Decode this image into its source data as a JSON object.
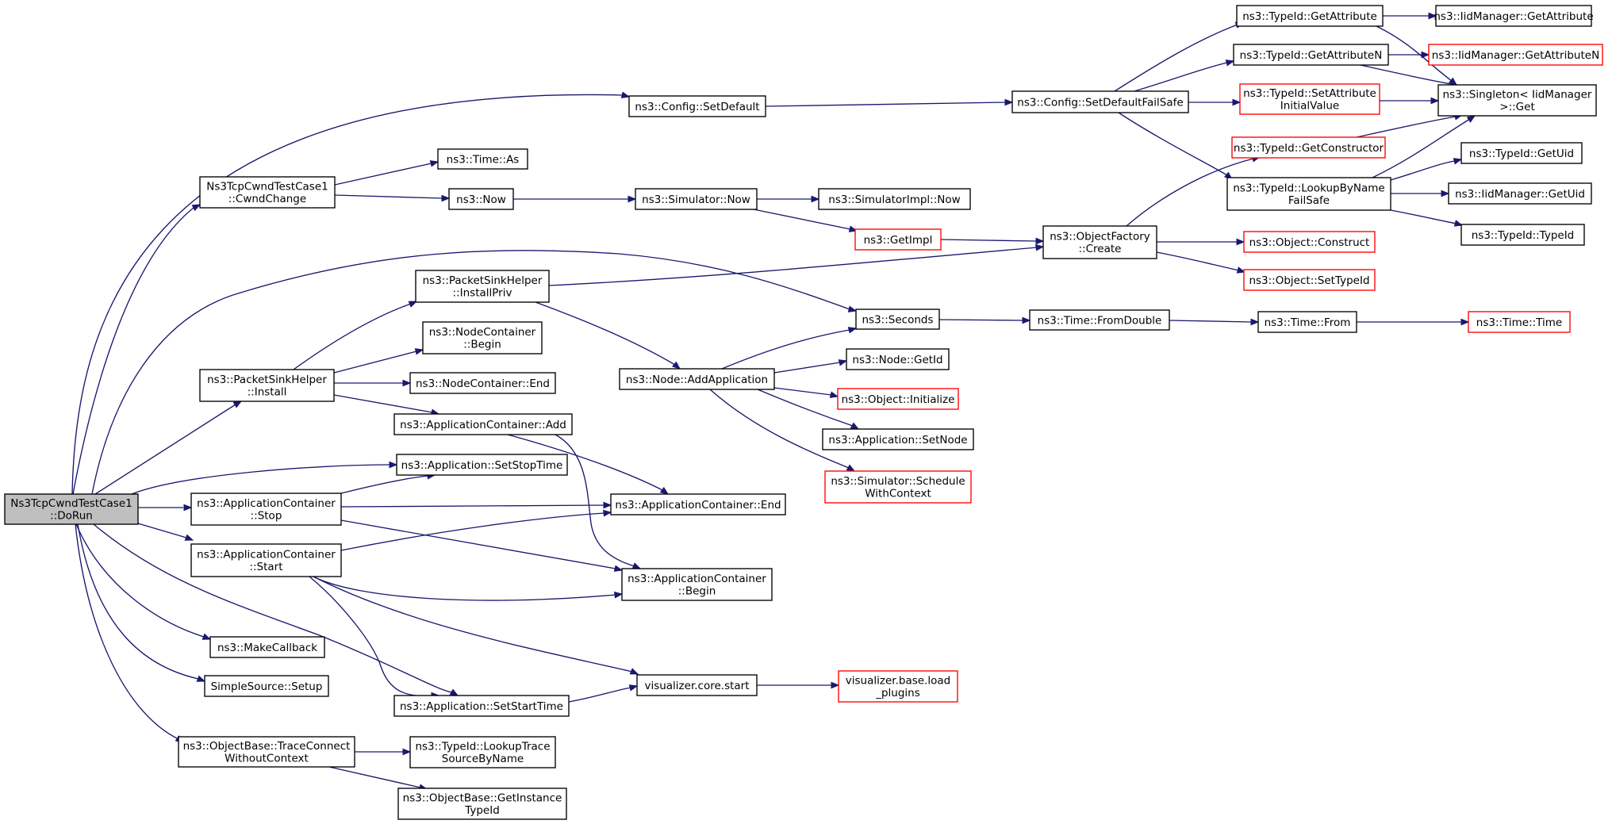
{
  "diagram": {
    "type": "call-graph",
    "colors": {
      "edge": "#191970",
      "box_border_normal": "#000000",
      "box_border_truncated": "#ff0000",
      "root_fill": "#bfbfbf",
      "box_fill": "#ffffff"
    },
    "nodes": [
      {
        "id": "dorun",
        "lines": [
          "Ns3TcpCwndTestCase1",
          "::DoRun"
        ],
        "root": true
      },
      {
        "id": "cwndchange",
        "lines": [
          "Ns3TcpCwndTestCase1",
          "::CwndChange"
        ]
      },
      {
        "id": "config_setdefault",
        "lines": [
          "ns3::Config::SetDefault"
        ]
      },
      {
        "id": "config_setdefaultfailsafe",
        "lines": [
          "ns3::Config::SetDefaultFailSafe"
        ]
      },
      {
        "id": "typeid_getattribute",
        "lines": [
          "ns3::TypeId::GetAttribute"
        ]
      },
      {
        "id": "iid_getattribute",
        "lines": [
          "ns3::IidManager::GetAttribute"
        ]
      },
      {
        "id": "typeid_getattributen",
        "lines": [
          "ns3::TypeId::GetAttributeN"
        ]
      },
      {
        "id": "iid_getattributen",
        "lines": [
          "ns3::IidManager::GetAttributeN"
        ],
        "truncated": true
      },
      {
        "id": "typeid_setattrinit",
        "lines": [
          "ns3::TypeId::SetAttribute",
          "InitialValue"
        ],
        "truncated": true
      },
      {
        "id": "singleton_get",
        "lines": [
          "ns3::Singleton< IidManager",
          ">::Get"
        ]
      },
      {
        "id": "typeid_getconstructor",
        "lines": [
          "ns3::TypeId::GetConstructor"
        ],
        "truncated": true
      },
      {
        "id": "typeid_lookupbyname",
        "lines": [
          "ns3::TypeId::LookupByName",
          "FailSafe"
        ]
      },
      {
        "id": "typeid_getuid",
        "lines": [
          "ns3::TypeId::GetUid"
        ]
      },
      {
        "id": "iid_getuid",
        "lines": [
          "ns3::IidManager::GetUid"
        ]
      },
      {
        "id": "typeid_typeid",
        "lines": [
          "ns3::TypeId::TypeId"
        ]
      },
      {
        "id": "time_as",
        "lines": [
          "ns3::Time::As"
        ]
      },
      {
        "id": "now",
        "lines": [
          "ns3::Now"
        ]
      },
      {
        "id": "simulator_now",
        "lines": [
          "ns3::Simulator::Now"
        ]
      },
      {
        "id": "simulatorimpl_now",
        "lines": [
          "ns3::SimulatorImpl::Now"
        ]
      },
      {
        "id": "getimpl",
        "lines": [
          "ns3::GetImpl"
        ],
        "truncated": true
      },
      {
        "id": "objectfactory_create",
        "lines": [
          "ns3::ObjectFactory",
          "::Create"
        ]
      },
      {
        "id": "object_construct",
        "lines": [
          "ns3::Object::Construct"
        ],
        "truncated": true
      },
      {
        "id": "object_settypeid",
        "lines": [
          "ns3::Object::SetTypeId"
        ],
        "truncated": true
      },
      {
        "id": "packetsink_installpriv",
        "lines": [
          "ns3::PacketSinkHelper",
          "::InstallPriv"
        ]
      },
      {
        "id": "seconds",
        "lines": [
          "ns3::Seconds"
        ]
      },
      {
        "id": "time_fromdouble",
        "lines": [
          "ns3::Time::FromDouble"
        ]
      },
      {
        "id": "time_from",
        "lines": [
          "ns3::Time::From"
        ]
      },
      {
        "id": "time_time",
        "lines": [
          "ns3::Time::Time"
        ],
        "truncated": true
      },
      {
        "id": "nodecontainer_begin",
        "lines": [
          "ns3::NodeContainer",
          "::Begin"
        ]
      },
      {
        "id": "packetsink_install",
        "lines": [
          "ns3::PacketSinkHelper",
          "::Install"
        ]
      },
      {
        "id": "nodecontainer_end",
        "lines": [
          "ns3::NodeContainer::End"
        ]
      },
      {
        "id": "node_addapplication",
        "lines": [
          "ns3::Node::AddApplication"
        ]
      },
      {
        "id": "node_getid",
        "lines": [
          "ns3::Node::GetId"
        ]
      },
      {
        "id": "object_initialize",
        "lines": [
          "ns3::Object::Initialize"
        ],
        "truncated": true
      },
      {
        "id": "application_setnode",
        "lines": [
          "ns3::Application::SetNode"
        ]
      },
      {
        "id": "simulator_schedulewithcontext",
        "lines": [
          "ns3::Simulator::Schedule",
          "WithContext"
        ],
        "truncated": true
      },
      {
        "id": "appcontainer_add",
        "lines": [
          "ns3::ApplicationContainer::Add"
        ]
      },
      {
        "id": "application_setstoptime",
        "lines": [
          "ns3::Application::SetStopTime"
        ]
      },
      {
        "id": "appcontainer_stop",
        "lines": [
          "ns3::ApplicationContainer",
          "::Stop"
        ]
      },
      {
        "id": "appcontainer_end",
        "lines": [
          "ns3::ApplicationContainer::End"
        ]
      },
      {
        "id": "appcontainer_start",
        "lines": [
          "ns3::ApplicationContainer",
          "::Start"
        ]
      },
      {
        "id": "appcontainer_begin",
        "lines": [
          "ns3::ApplicationContainer",
          "::Begin"
        ]
      },
      {
        "id": "makecallback",
        "lines": [
          "ns3::MakeCallback"
        ]
      },
      {
        "id": "simplesource_setup",
        "lines": [
          "SimpleSource::Setup"
        ]
      },
      {
        "id": "visualizer_start",
        "lines": [
          "visualizer.core.start"
        ]
      },
      {
        "id": "visualizer_loadplugins",
        "lines": [
          "visualizer.base.load",
          "_plugins"
        ],
        "truncated": true
      },
      {
        "id": "application_setstarttime",
        "lines": [
          "ns3::Application::SetStartTime"
        ]
      },
      {
        "id": "traceconnect",
        "lines": [
          "ns3::ObjectBase::TraceConnect",
          "WithoutContext"
        ]
      },
      {
        "id": "typeid_lookuptrace",
        "lines": [
          "ns3::TypeId::LookupTrace",
          "SourceByName"
        ]
      },
      {
        "id": "getinstancetypeid",
        "lines": [
          "ns3::ObjectBase::GetInstance",
          "TypeId"
        ]
      }
    ],
    "edges": [
      [
        "dorun",
        "config_setdefault"
      ],
      [
        "dorun",
        "cwndchange"
      ],
      [
        "dorun",
        "seconds"
      ],
      [
        "dorun",
        "packetsink_install"
      ],
      [
        "dorun",
        "application_setstoptime"
      ],
      [
        "dorun",
        "appcontainer_stop"
      ],
      [
        "dorun",
        "appcontainer_start"
      ],
      [
        "dorun",
        "application_setstarttime"
      ],
      [
        "dorun",
        "makecallback"
      ],
      [
        "dorun",
        "simplesource_setup"
      ],
      [
        "dorun",
        "traceconnect"
      ],
      [
        "config_setdefault",
        "config_setdefaultfailsafe"
      ],
      [
        "config_setdefaultfailsafe",
        "typeid_getattribute"
      ],
      [
        "config_setdefaultfailsafe",
        "typeid_getattributen"
      ],
      [
        "config_setdefaultfailsafe",
        "typeid_setattrinit"
      ],
      [
        "config_setdefaultfailsafe",
        "typeid_lookupbyname"
      ],
      [
        "typeid_getattribute",
        "iid_getattribute"
      ],
      [
        "typeid_getattribute",
        "singleton_get"
      ],
      [
        "typeid_getattributen",
        "iid_getattributen"
      ],
      [
        "typeid_getattributen",
        "singleton_get"
      ],
      [
        "typeid_setattrinit",
        "singleton_get"
      ],
      [
        "typeid_getconstructor",
        "singleton_get"
      ],
      [
        "typeid_lookupbyname",
        "singleton_get"
      ],
      [
        "typeid_lookupbyname",
        "typeid_getuid"
      ],
      [
        "typeid_lookupbyname",
        "iid_getuid"
      ],
      [
        "typeid_lookupbyname",
        "typeid_typeid"
      ],
      [
        "cwndchange",
        "time_as"
      ],
      [
        "cwndchange",
        "now"
      ],
      [
        "now",
        "simulator_now"
      ],
      [
        "simulator_now",
        "simulatorimpl_now"
      ],
      [
        "simulator_now",
        "getimpl"
      ],
      [
        "getimpl",
        "objectfactory_create"
      ],
      [
        "objectfactory_create",
        "typeid_getconstructor"
      ],
      [
        "objectfactory_create",
        "object_construct"
      ],
      [
        "objectfactory_create",
        "object_settypeid"
      ],
      [
        "packetsink_installpriv",
        "objectfactory_create"
      ],
      [
        "packetsink_installpriv",
        "node_addapplication"
      ],
      [
        "seconds",
        "time_fromdouble"
      ],
      [
        "time_fromdouble",
        "time_from"
      ],
      [
        "time_from",
        "time_time"
      ],
      [
        "packetsink_install",
        "packetsink_installpriv"
      ],
      [
        "packetsink_install",
        "nodecontainer_begin"
      ],
      [
        "packetsink_install",
        "nodecontainer_end"
      ],
      [
        "packetsink_install",
        "appcontainer_add"
      ],
      [
        "node_addapplication",
        "seconds"
      ],
      [
        "node_addapplication",
        "node_getid"
      ],
      [
        "node_addapplication",
        "object_initialize"
      ],
      [
        "node_addapplication",
        "application_setnode"
      ],
      [
        "node_addapplication",
        "simulator_schedulewithcontext"
      ],
      [
        "appcontainer_add",
        "appcontainer_end"
      ],
      [
        "appcontainer_add",
        "appcontainer_begin"
      ],
      [
        "appcontainer_stop",
        "application_setstoptime"
      ],
      [
        "appcontainer_stop",
        "appcontainer_end"
      ],
      [
        "appcontainer_stop",
        "appcontainer_begin"
      ],
      [
        "appcontainer_start",
        "appcontainer_end"
      ],
      [
        "appcontainer_start",
        "appcontainer_begin"
      ],
      [
        "appcontainer_start",
        "application_setstarttime"
      ],
      [
        "appcontainer_start",
        "visualizer_start"
      ],
      [
        "application_setstarttime",
        "visualizer_start"
      ],
      [
        "visualizer_start",
        "visualizer_loadplugins"
      ],
      [
        "traceconnect",
        "typeid_lookuptrace"
      ],
      [
        "traceconnect",
        "getinstancetypeid"
      ]
    ]
  }
}
